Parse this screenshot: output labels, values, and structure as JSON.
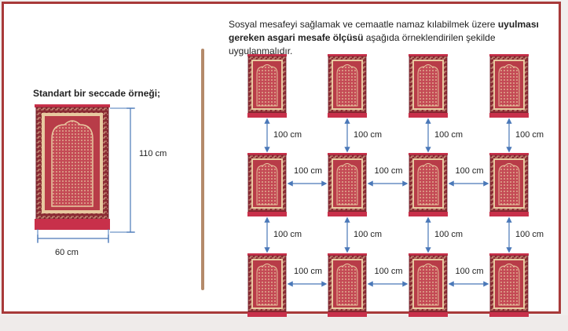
{
  "left": {
    "title": "Standart bir seccade örneği;",
    "height_label": "110 cm",
    "width_label": "60 cm"
  },
  "intro": {
    "text_1": "Sosyal mesafeyi sağlamak ve cemaatle namaz kılabilmek üzere ",
    "bold_1": "uyulması gereken asgari mesafe ölçüsü",
    "text_2": " aşağıda örneklendirilen şekilde uygulanmalıdır."
  },
  "grid": {
    "rows": 3,
    "cols": 4,
    "distance_label": "100 cm"
  },
  "colors": {
    "frame": "#a83a3a",
    "arrow": "#4a78b8",
    "rug_red": "#c44a55",
    "rug_border": "#8a2a33",
    "rug_cream": "#e8c9a0",
    "rug_fringe": "#c8304a"
  }
}
